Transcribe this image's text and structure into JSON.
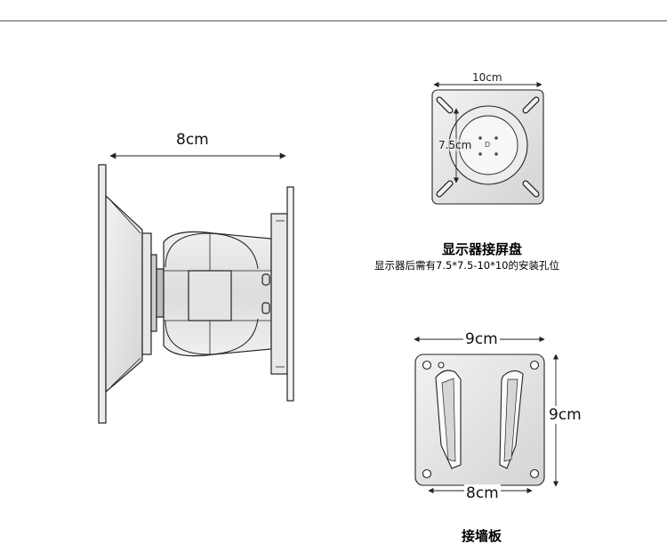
{
  "arm": {
    "width_label": "8cm"
  },
  "screen_plate": {
    "width_label": "10cm",
    "height_label": "7.5cm",
    "center_letter": "D",
    "title": "显示器接屏盘",
    "subtitle": "显示器后需有7.5*7.5-10*10的安装孔位"
  },
  "wall_plate": {
    "top_label": "9cm",
    "right_label": "9cm",
    "bottom_label": "8cm",
    "title": "接墙板"
  },
  "colors": {
    "line": "#222222",
    "plate_fill": "#e6e6e6",
    "gray": "#d9d9d9",
    "dark": "#9a9a9a"
  }
}
